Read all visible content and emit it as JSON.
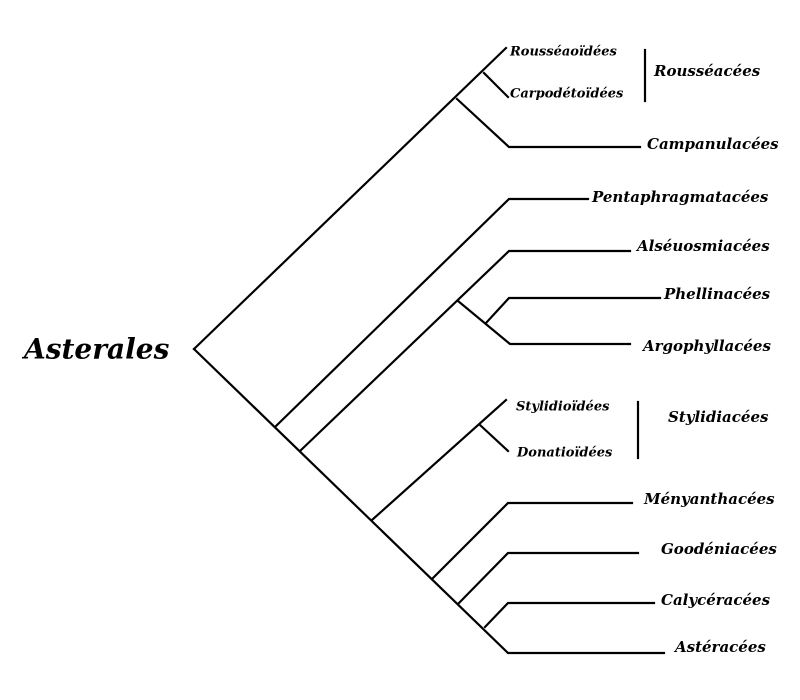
{
  "root": "Asterales",
  "subfamilies": {
    "rousseaoidees": "Rousséaoïdées",
    "carpodetoidees": "Carpodétoïdées",
    "stylidioidees": "Stylidioïdées",
    "donatioidees": "Donatioïdées"
  },
  "families": {
    "rousseacees": "Rousséacées",
    "campanulacees": "Campanulacées",
    "pentaphragmatacees": "Pentaphragmatacées",
    "alseuosmiacees": "Alséuosmiacées",
    "phellinacees": "Phellinacées",
    "argophyllacees": "Argophyllacées",
    "stylidiacees": "Stylidiacées",
    "menyanthacees": "Ményanthacées",
    "goodeniacees": "Goodéniacées",
    "calyceracees": "Calycéracées",
    "asteracees": "Astéracées"
  }
}
